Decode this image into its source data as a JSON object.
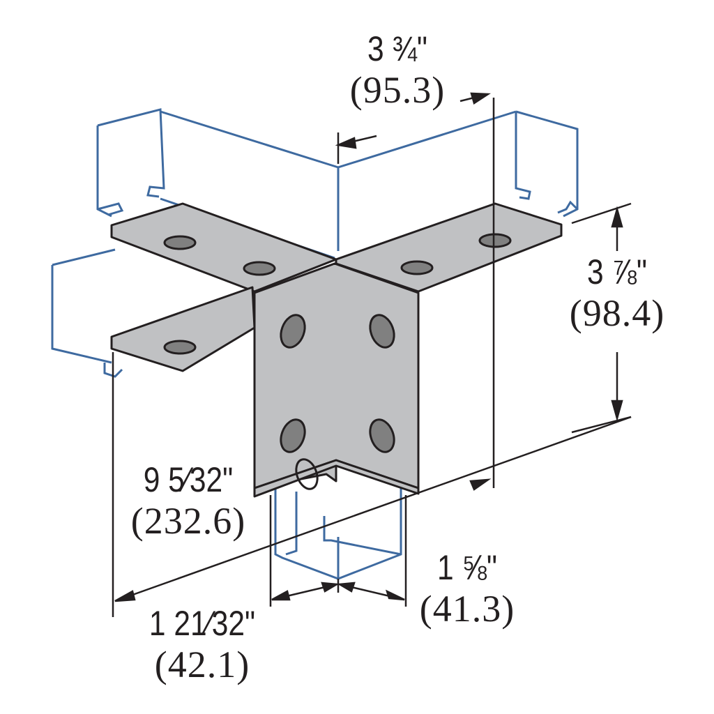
{
  "title": "Four-way channel connection bracket",
  "colors": {
    "channel": "#3e6aa0",
    "plate": "#c0c1c3",
    "line": "#231f20"
  },
  "dimensions": [
    {
      "id": "top-width",
      "imperial": "3 ¾\"",
      "metric": "(95.3)"
    },
    {
      "id": "height",
      "imperial": "3 ⅞\"",
      "metric": "(98.4)"
    },
    {
      "id": "overall-length",
      "imperial": "9 5⁄32\"",
      "metric": "(232.6)"
    },
    {
      "id": "left-leg",
      "imperial": "1 21⁄32\"",
      "metric": "(42.1)"
    },
    {
      "id": "right-leg",
      "imperial": "1 ⅝\"",
      "metric": "(41.3)"
    }
  ]
}
